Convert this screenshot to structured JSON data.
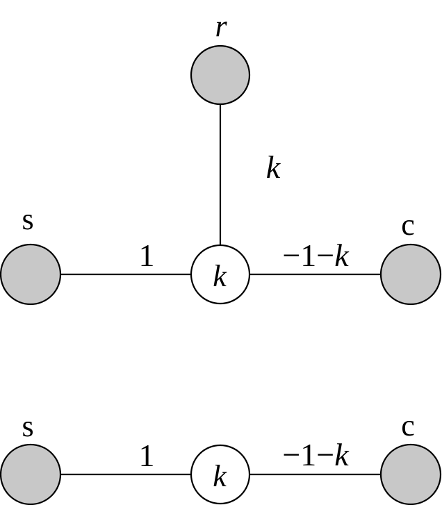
{
  "diagrams": [
    {
      "nodes": {
        "r": {
          "label": "r"
        },
        "s": {
          "label": "s"
        },
        "c": {
          "label": "c"
        },
        "center": {
          "label": "k"
        }
      },
      "edges": {
        "r_center": {
          "label": "k"
        },
        "s_center": {
          "label": "1"
        },
        "center_c": {
          "label": "−1−",
          "label_var": "k"
        }
      }
    },
    {
      "nodes": {
        "s": {
          "label": "s"
        },
        "c": {
          "label": "c"
        },
        "center": {
          "label": "k"
        }
      },
      "edges": {
        "s_center": {
          "label": "1"
        },
        "center_c": {
          "label": "−1−",
          "label_var": "k"
        }
      }
    }
  ],
  "colors": {
    "outer_node_fill": "#c8c8c8",
    "center_node_fill": "#ffffff",
    "stroke": "#000000"
  }
}
